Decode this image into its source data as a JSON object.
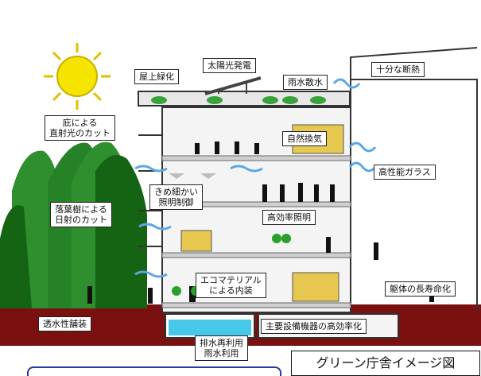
{
  "diagram": {
    "caption": "グリーン庁舎イメージ図",
    "labels": {
      "roof_greening": "屋上緑化",
      "solar_power": "太陽光発電",
      "rainwater_spray": "雨水散水",
      "insulation": "十分な断熱",
      "eaves_cut": "庇による\n直射光のカット",
      "natural_ventilation": "自然換気",
      "high_perf_glass": "高性能ガラス",
      "lighting_control": "きめ細かい\n照明制御",
      "deciduous_trees": "落葉樹による\n日射のカット",
      "efficient_lighting": "高効率照明",
      "eco_materials": "エコマテリアル\nによる内装",
      "long_life": "躯体の長寿命化",
      "permeable_paving": "透水性舗装",
      "efficient_equipment": "主要設備機器の高効率化",
      "water_reuse": "排水再利用\n雨水利用"
    },
    "colors": {
      "ground": "#7a1010",
      "tree_light": "#2f8f2f",
      "tree_dark": "#146414",
      "sun": "#f4e400",
      "sky_air": "#5aa7e6",
      "building_line": "#333333",
      "water_tank": "#48c8e8"
    },
    "icons": [
      "sun-icon",
      "tree-icon",
      "person-icon",
      "plant-icon",
      "air-flow-icon",
      "solar-panel-icon"
    ]
  }
}
